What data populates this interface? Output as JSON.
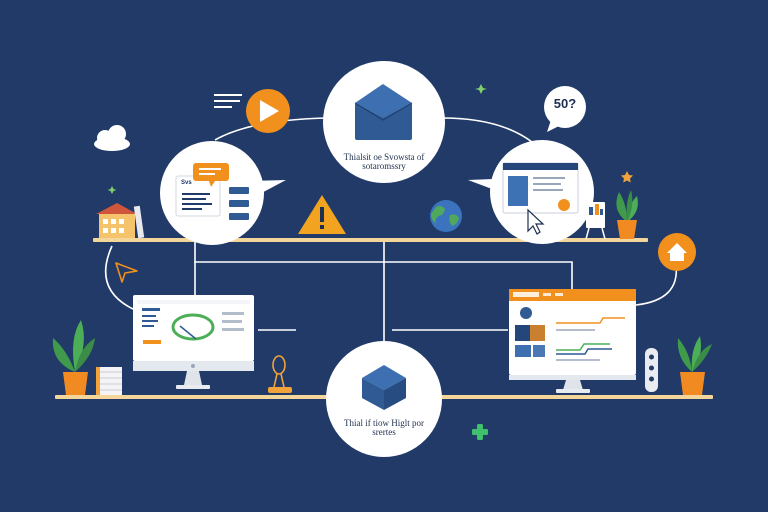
{
  "colors": {
    "background": "#213a67",
    "accent_orange": "#f2901e",
    "line": "#ffffff",
    "shelf": "#f4d59a",
    "plant_green": "#3f9a4c",
    "node_blue": "#2f5a94"
  },
  "top_node": {
    "caption": "Thialsit oe Svowsta of sotaromssry",
    "icon": "envelope-icon"
  },
  "bottom_node": {
    "caption": "Thial if tiow Higlt por srertes",
    "icon": "open-box-icon"
  },
  "speech_bubble": {
    "text": "50?"
  },
  "left_window": {
    "tag": "Svs"
  },
  "icons": [
    "play-icon",
    "warning-icon",
    "globe-icon",
    "home-icon",
    "cursor-icon",
    "cloud-icon",
    "plant-icon"
  ]
}
